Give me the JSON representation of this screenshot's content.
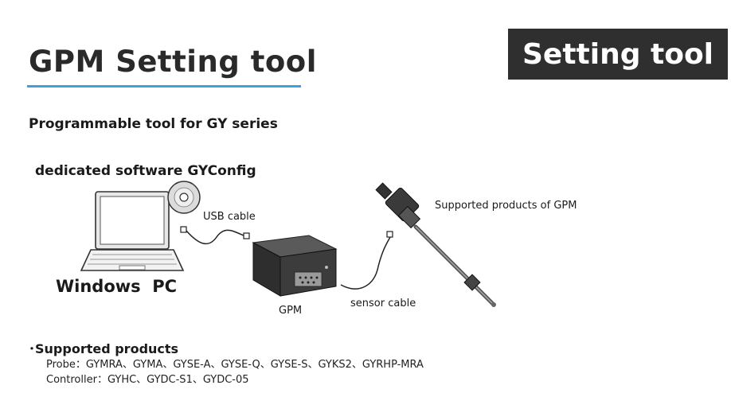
{
  "header": {
    "title": "GPM Setting tool",
    "badge": "Setting tool"
  },
  "subtitle": "Programmable tool for GY series",
  "diagram": {
    "software_label": "dedicated software GYConfig",
    "pc_label": "Windows  PC",
    "usb_cable_label": "USB cable",
    "gpm_label": "GPM",
    "sensor_cable_label": "sensor cable",
    "supported_products_label": "Supported products of GPM"
  },
  "supported": {
    "heading": "･Supported products",
    "probe": "Probe：GYMRA、GYMA、GYSE-A、GYSE-Q、GYSE-S、GYKS2、GYRHP-MRA",
    "controller": "Controller：GYHC、GYDC-S1、GYDC-05"
  },
  "colors": {
    "accent_underline": "#3ba0e0",
    "badge_background": "#2f2f2f"
  }
}
